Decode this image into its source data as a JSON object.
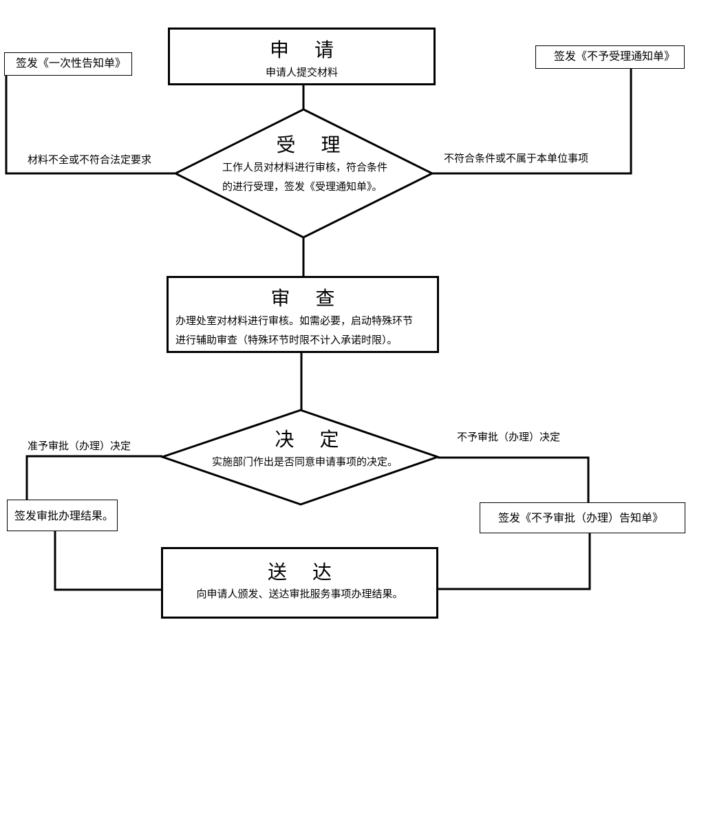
{
  "nodes": {
    "apply": {
      "title": "申 请",
      "desc": "申请人提交材料"
    },
    "accept": {
      "title": "受 理",
      "desc_line1": "工作人员对材料进行审核，符合条件",
      "desc_line2": "的进行受理，签发《受理通知单》。"
    },
    "review": {
      "title": "审 查",
      "desc_line1": "办理处室对材料进行审核。如需必要，启动特殊环节",
      "desc_line2": "进行辅助审查（特殊环节时限不计入承诺时限）。"
    },
    "decide": {
      "title": "决 定",
      "desc": "实施部门作出是否同意申请事项的决定。"
    },
    "deliver": {
      "title": "送 达",
      "desc": "向申请人颁发、送达审批服务事项办理结果。"
    }
  },
  "notes": {
    "one_time_notice": "签发《一次性告知单》",
    "reject_notice": "签发《不予受理通知单》",
    "approval_result": "签发审批办理结果。",
    "deny_notice": "签发《不予审批（办理）告知单》"
  },
  "edges": {
    "incomplete": "材料不全或不符合法定要求",
    "not_eligible": "不符合条件或不属于本单位事项",
    "approve": "准予审批（办理）决定",
    "deny": "不予审批（办理）决定"
  },
  "colors": {
    "stroke": "#000000",
    "background": "#ffffff"
  }
}
